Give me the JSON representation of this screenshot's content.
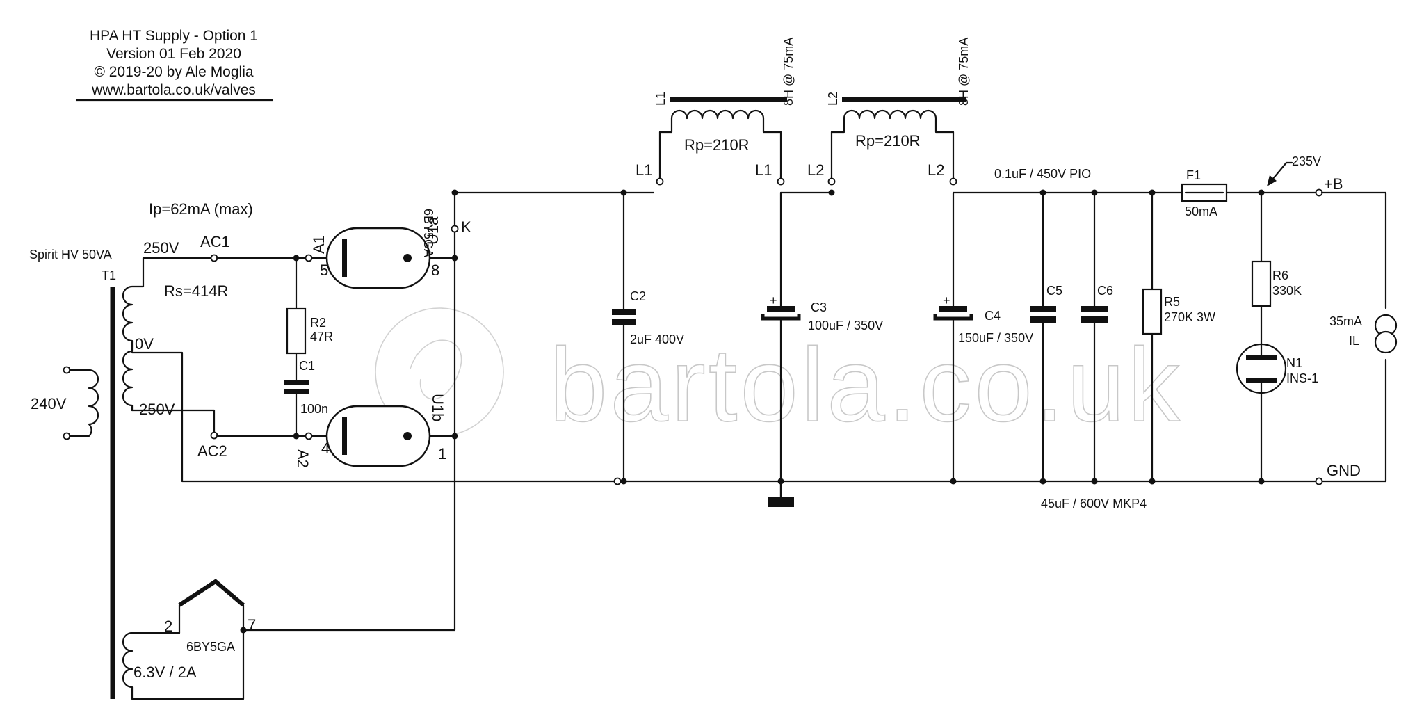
{
  "title_block": {
    "line1": "HPA HT Supply - Option 1",
    "line2": "Version 01 Feb 2020",
    "line3": "© 2019-20 by Ale Moglia",
    "line4": "www.bartola.co.uk/valves"
  },
  "watermark": "bartola.co.uk",
  "transformer": {
    "name": "Spirit HV 50VA",
    "ref": "T1",
    "primary": "240V",
    "sec_top": "250V",
    "sec_mid": "0V",
    "sec_bot": "250V",
    "rs": "Rs=414R",
    "heater": "6.3V / 2A"
  },
  "rectifier": {
    "ip": "Ip=62mA (max)",
    "type": "6BY5GA",
    "u1a": "U1a",
    "u1b": "U1b",
    "k": "K",
    "pin8": "8",
    "pin1": "1",
    "pin5": "5",
    "pin4": "4",
    "a1": "A1",
    "a2": "A2",
    "ac1": "AC1",
    "ac2": "AC2",
    "heater_type": "6BY5GA",
    "hpin2": "2",
    "hpin7": "7"
  },
  "r2": {
    "ref": "R2",
    "value": "47R"
  },
  "c1": {
    "ref": "C1",
    "value": "100n"
  },
  "c2": {
    "ref": "C2",
    "value": "2uF 400V"
  },
  "c3": {
    "ref": "C3",
    "value": "100uF / 350V",
    "plus": "+"
  },
  "c4": {
    "ref": "C4",
    "value": "150uF / 350V",
    "plus": "+"
  },
  "c5": {
    "ref": "C5"
  },
  "c6": {
    "ref": "C6"
  },
  "c6_top_label": "0.1uF / 450V PIO",
  "c5_bottom_label": "45uF / 600V MKP4",
  "l1": {
    "ref": "L1",
    "spec": "8H @ 75mA",
    "rp": "Rp=210R",
    "t_left": "L1",
    "t_right": "L1"
  },
  "l2": {
    "ref": "L2",
    "spec": "8H @ 75mA",
    "rp": "Rp=210R",
    "t_left": "L2",
    "t_right": "L2"
  },
  "r5": {
    "ref": "R5",
    "value": "270K 3W"
  },
  "f1": {
    "ref": "F1",
    "value": "50mA"
  },
  "r6": {
    "ref": "R6",
    "value": "330K"
  },
  "n1": {
    "ref": "N1",
    "value": "INS-1"
  },
  "load": {
    "current": "35mA",
    "ref": "IL"
  },
  "output": {
    "voltage": "235V",
    "plus": "+B",
    "gnd": "GND"
  }
}
